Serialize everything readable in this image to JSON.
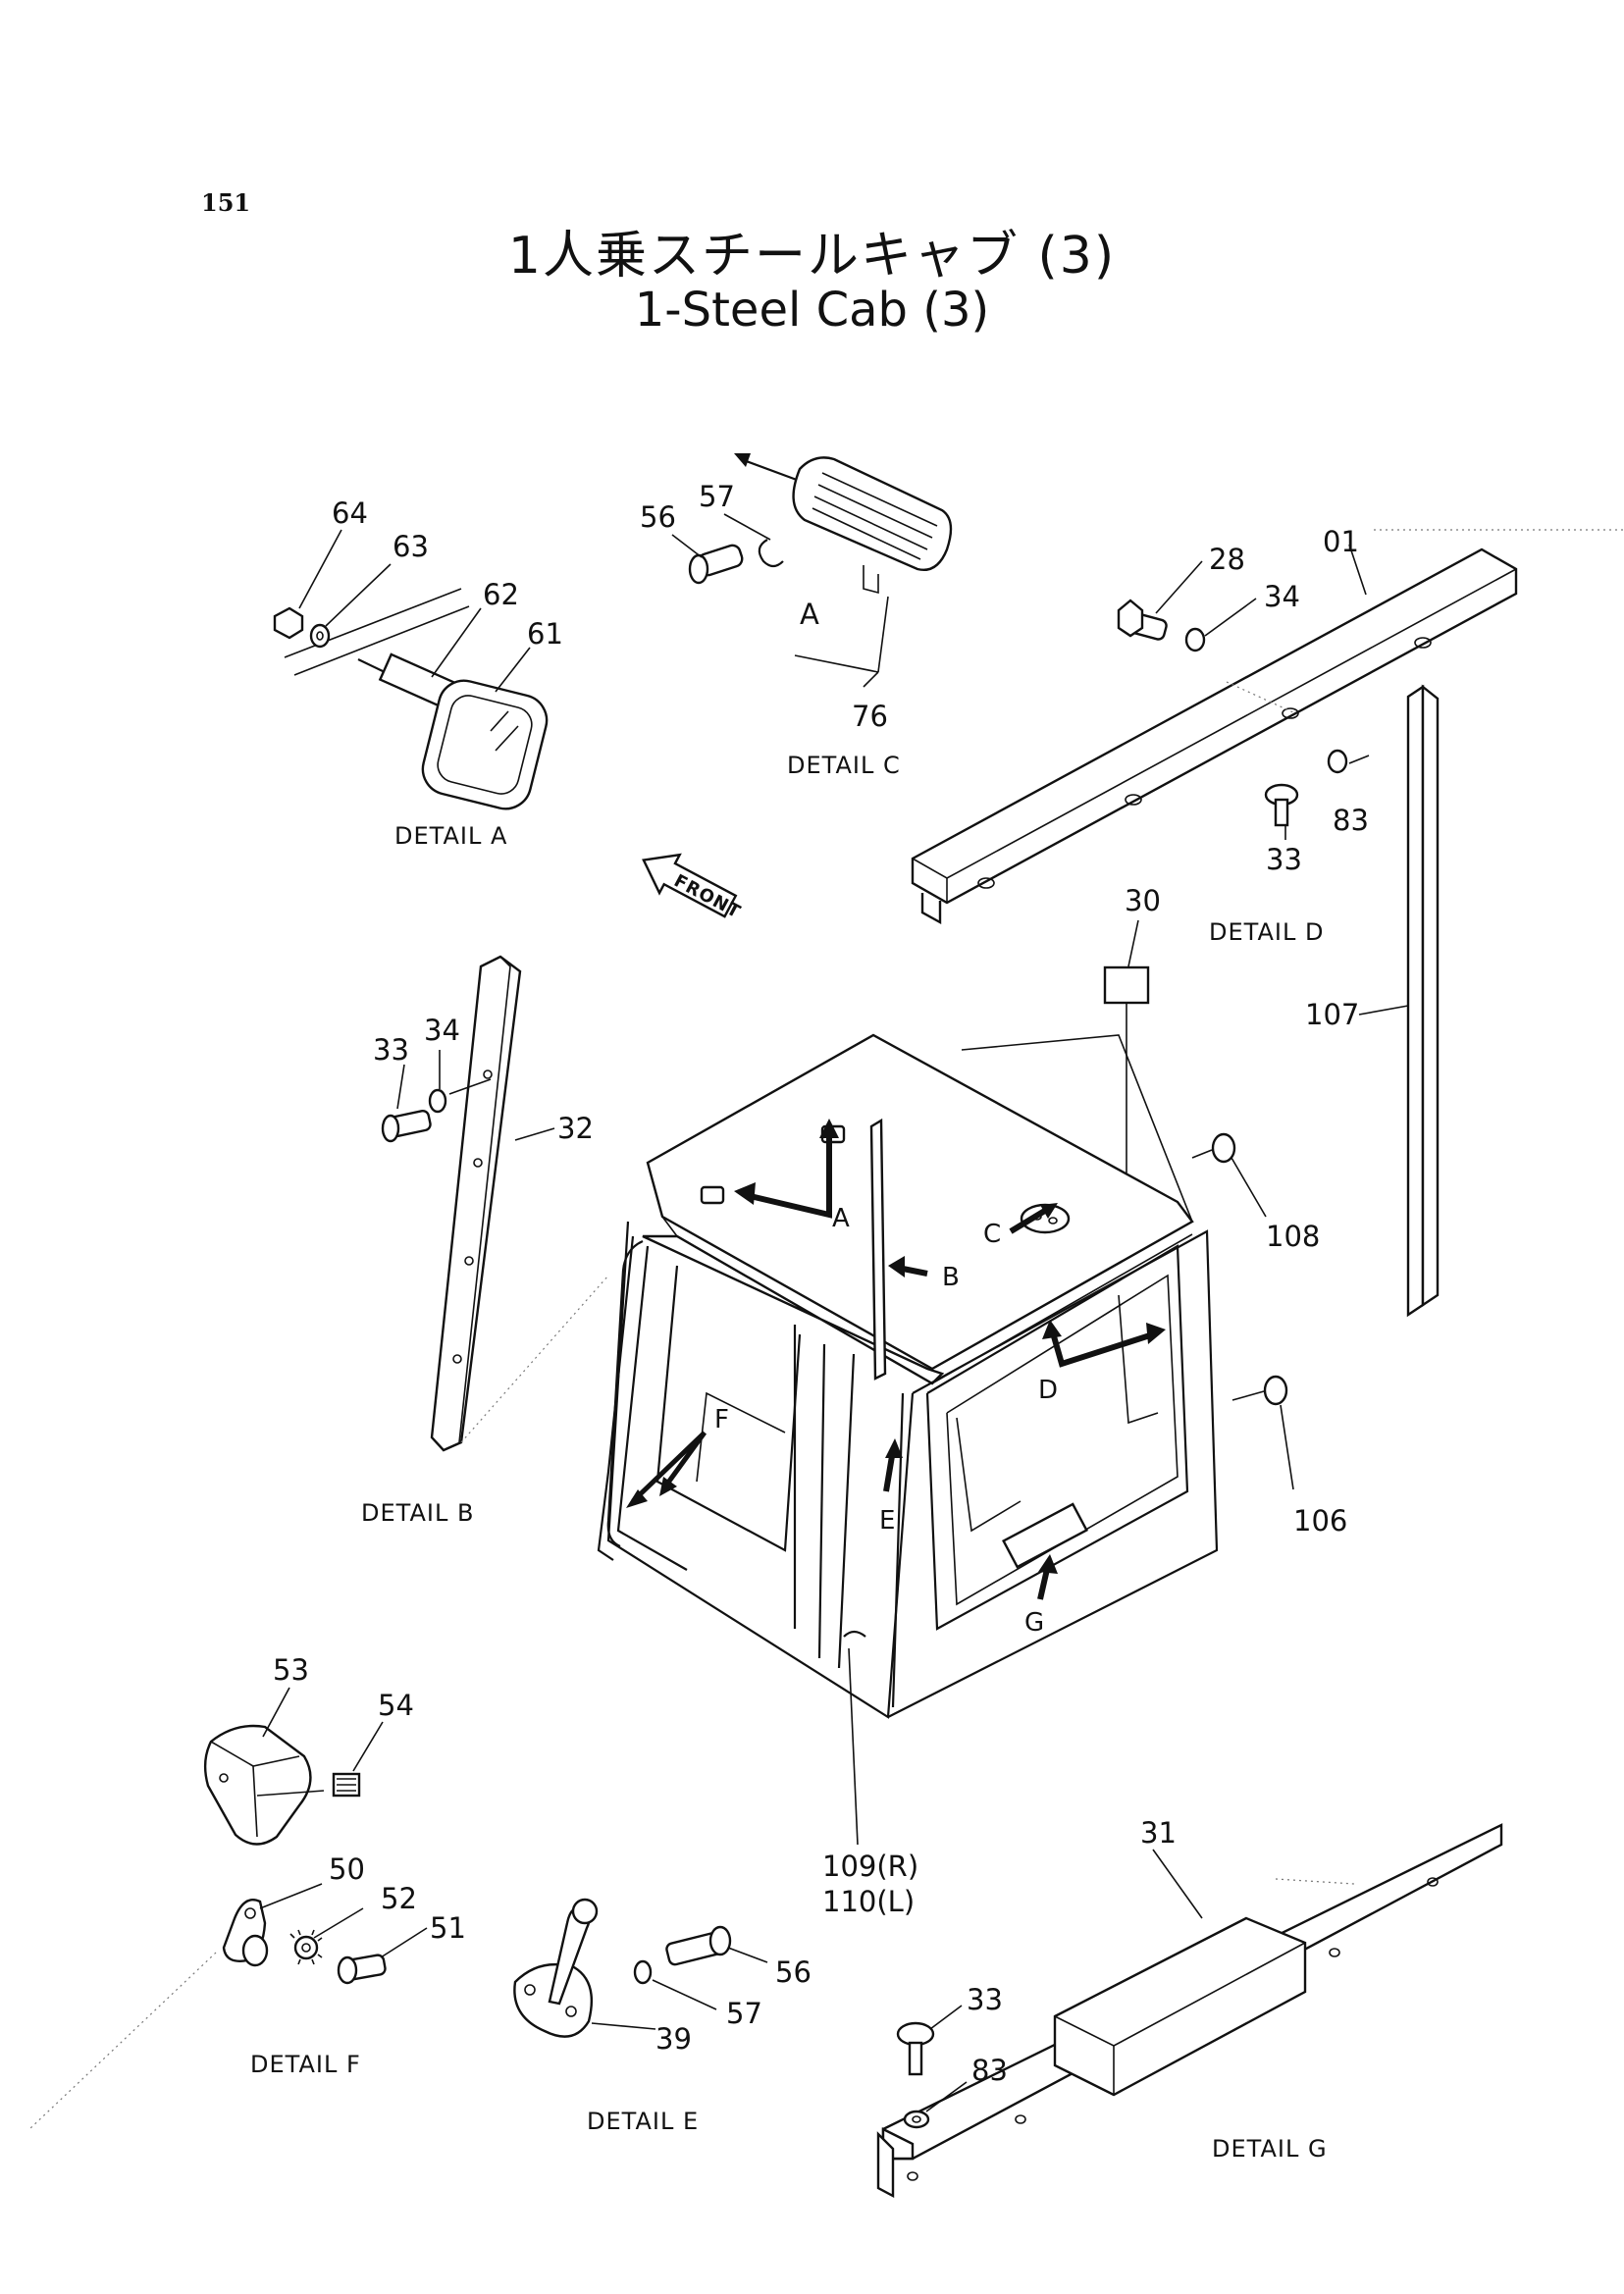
{
  "header": {
    "page_number": "151",
    "title_jp": "1人乗スチールキャブ (3)",
    "title_en": "1-Steel Cab (3)"
  },
  "details": [
    {
      "key": "A",
      "label": "DETAIL A"
    },
    {
      "key": "B",
      "label": "DETAIL B"
    },
    {
      "key": "C",
      "label": "DETAIL C"
    },
    {
      "key": "D",
      "label": "DETAIL D"
    },
    {
      "key": "E",
      "label": "DETAIL E"
    },
    {
      "key": "F",
      "label": "DETAIL F"
    },
    {
      "key": "G",
      "label": "DETAIL G"
    }
  ],
  "front_label": "FRONT",
  "arrow_letters": [
    "A",
    "B",
    "C",
    "D",
    "E",
    "F",
    "G"
  ],
  "callouts": [
    {
      "id": "c64",
      "text": "64"
    },
    {
      "id": "c63",
      "text": "63"
    },
    {
      "id": "c62",
      "text": "62"
    },
    {
      "id": "c61",
      "text": "61"
    },
    {
      "id": "c56a",
      "text": "56"
    },
    {
      "id": "c57a",
      "text": "57"
    },
    {
      "id": "cAc",
      "text": "A"
    },
    {
      "id": "c76",
      "text": "76"
    },
    {
      "id": "c01",
      "text": "01"
    },
    {
      "id": "c28",
      "text": "28"
    },
    {
      "id": "c34a",
      "text": "34"
    },
    {
      "id": "c83a",
      "text": "83"
    },
    {
      "id": "c33a",
      "text": "33"
    },
    {
      "id": "c30",
      "text": "30"
    },
    {
      "id": "c107",
      "text": "107"
    },
    {
      "id": "c108",
      "text": "108"
    },
    {
      "id": "c106",
      "text": "106"
    },
    {
      "id": "c33b",
      "text": "33"
    },
    {
      "id": "c34b",
      "text": "34"
    },
    {
      "id": "c32",
      "text": "32"
    },
    {
      "id": "c53",
      "text": "53"
    },
    {
      "id": "c54",
      "text": "54"
    },
    {
      "id": "c50",
      "text": "50"
    },
    {
      "id": "c52",
      "text": "52"
    },
    {
      "id": "c51",
      "text": "51"
    },
    {
      "id": "c56b",
      "text": "56"
    },
    {
      "id": "c57b",
      "text": "57"
    },
    {
      "id": "c39",
      "text": "39"
    },
    {
      "id": "c109",
      "text": "109(R)"
    },
    {
      "id": "c110",
      "text": "110(L)"
    },
    {
      "id": "c31",
      "text": "31"
    },
    {
      "id": "c33c",
      "text": "33"
    },
    {
      "id": "c83b",
      "text": "83"
    }
  ]
}
